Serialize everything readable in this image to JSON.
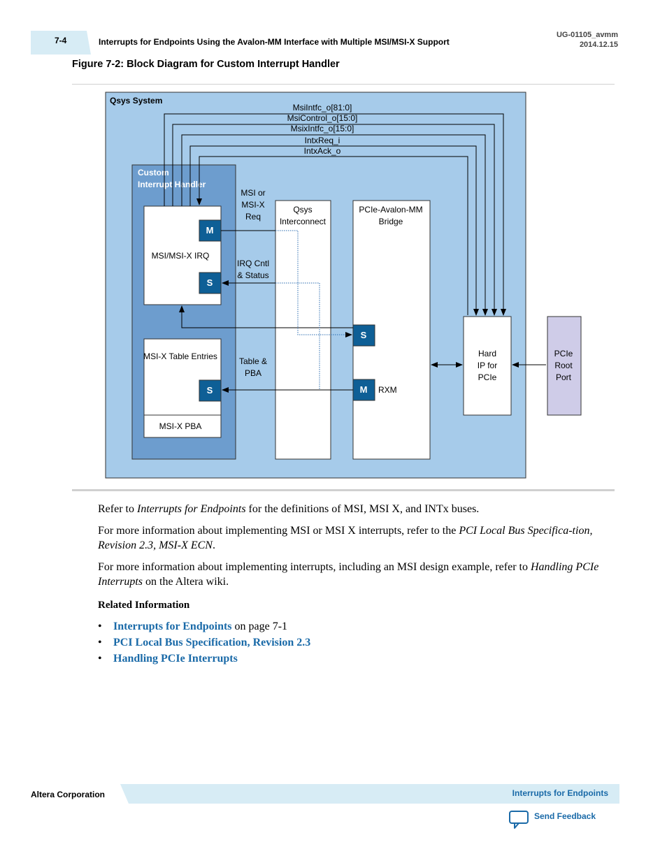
{
  "header": {
    "page_number": "7-4",
    "title": "Interrupts for Endpoints Using the Avalon-MM Interface with Multiple MSI/MSI-X Support",
    "doc_id": "UG-01105_avmm",
    "date": "2014.12.15"
  },
  "figure": {
    "title": "Figure 7-2: Block Diagram for Custom Interrupt Handler",
    "system_label": "Qsys System",
    "signals": [
      "MsiIntfc_o[81:0]",
      "MsiControl_o[15:0]",
      "MsixIntfc_o[15:0]",
      "IntxReq_i",
      "IntxAck_o"
    ],
    "handler_label_1": "Custom",
    "handler_label_2": "Interrupt Handler",
    "irq_block": "MSI/MSI-X IRQ",
    "table_block": "MSI-X Table Entries",
    "pba_block": "MSI-X PBA",
    "port_m": "M",
    "port_s": "S",
    "msi_req_1": "MSI or",
    "msi_req_2": "MSI-X",
    "msi_req_3": "Req",
    "irq_cntl_1": "IRQ Cntl",
    "irq_cntl_2": "& Status",
    "table_pba_1": "Table &",
    "table_pba_2": "PBA",
    "interconnect_1": "Qsys",
    "interconnect_2": "Interconnect",
    "bridge_1": "PCIe-Avalon-MM",
    "bridge_2": "Bridge",
    "rxm": "RXM",
    "hardip_1": "Hard",
    "hardip_2": "IP for",
    "hardip_3": "PCIe",
    "root_1": "PCIe",
    "root_2": "Root",
    "root_3": "Port",
    "colors": {
      "system_bg": "#a6cbea",
      "handler_bg": "#6d9dce",
      "port_fill": "#0e5f96",
      "root_bg": "#cfcce8"
    }
  },
  "body": {
    "p1_a": "Refer to ",
    "p1_b": "Interrupts for Endpoints",
    "p1_c": " for the definitions of MSI, MSI X, and INTx buses.",
    "p2_a": "For more information about implementing MSI or MSI X interrupts, refer to the ",
    "p2_b": "PCI Local Bus Specifica-tion, Revision 2.3, MSI-X ECN",
    "p2_c": ".",
    "p3_a": "For more information about implementing interrupts, including an MSI design example, refer to ",
    "p3_b": "Handling PCIe Interrupts",
    "p3_c": " on the Altera wiki.",
    "related_heading": "Related Information",
    "related": [
      {
        "link": "Interrupts for Endpoints",
        "suffix": " on page 7-1"
      },
      {
        "link": "PCI Local Bus Specification, Revision 2.3",
        "suffix": ""
      },
      {
        "link": "Handling PCIe Interrupts",
        "suffix": ""
      }
    ]
  },
  "footer": {
    "company": "Altera Corporation",
    "topic": "Interrupts for Endpoints",
    "feedback": "Send Feedback"
  }
}
